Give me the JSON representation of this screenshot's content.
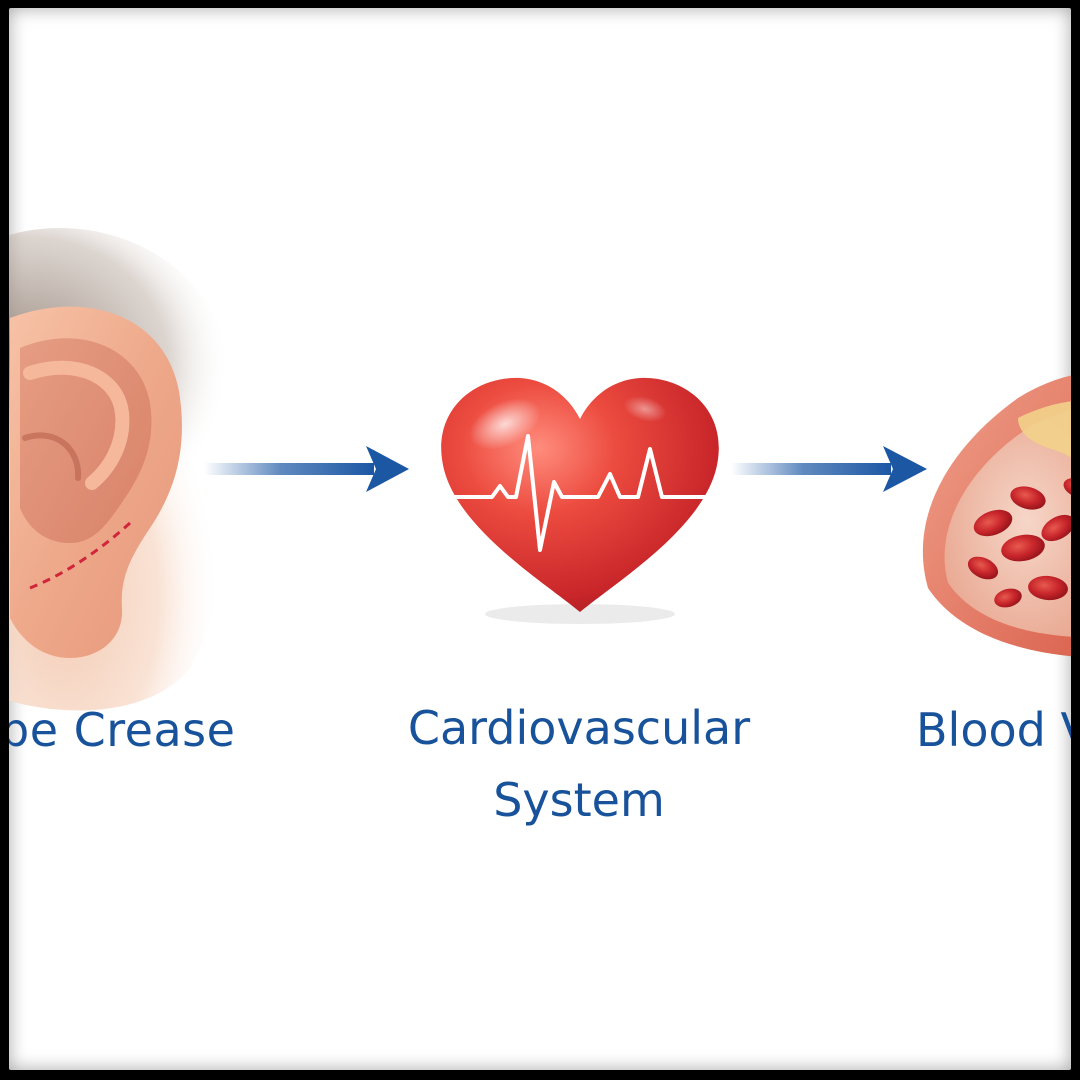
{
  "colors": {
    "label_blue": "#17529a",
    "arrow_blue": "#1c57a4",
    "heart_red": "#e23a34",
    "skin": "#f2b79a",
    "crease_line": "#d0253b"
  },
  "nodes": [
    {
      "icon": "ear-icon",
      "label": "be Crease"
    },
    {
      "icon": "heart-icon",
      "label_line1": "Cardiovascular",
      "label_line2": "System"
    },
    {
      "icon": "blood-vessel-icon",
      "label": "Blood V"
    }
  ],
  "edges": [
    {
      "from": 0,
      "to": 1
    },
    {
      "from": 1,
      "to": 2
    }
  ]
}
